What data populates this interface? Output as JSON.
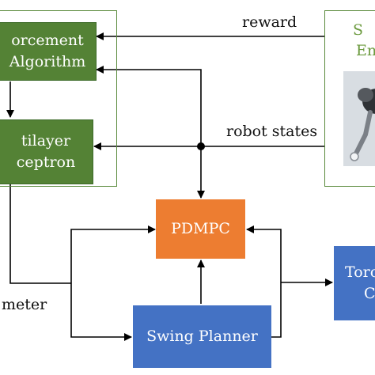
{
  "colors": {
    "green_block": "#548235",
    "orange_block": "#ed7d31",
    "blue_block": "#4472c4",
    "frame_line": "#5a8a3c",
    "sim_text": "#6b9a3e",
    "arrow": "#000000"
  },
  "rl_block": {
    "line1": "orcement",
    "line2": "Algorithm"
  },
  "mlp_block": {
    "line1": "tilayer",
    "line2": "ceptron"
  },
  "sim_block": {
    "line1": "S",
    "line2": "En"
  },
  "pdmpc_block": {
    "label": "PDMPC"
  },
  "swing_block": {
    "label": "Swing Planner"
  },
  "torque_block": {
    "line1": "Toro",
    "line2": "C"
  },
  "edges": {
    "reward": "reward",
    "robot_states": "robot states",
    "parameter": "meter"
  },
  "icons": {
    "robot": "robot-arm-icon"
  }
}
